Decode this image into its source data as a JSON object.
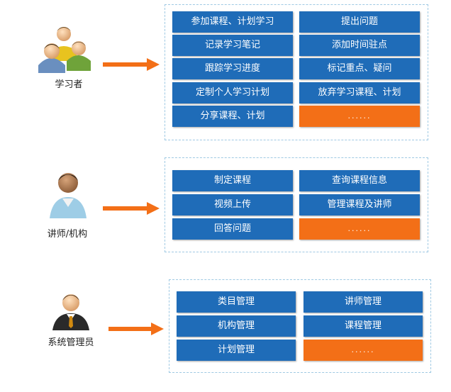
{
  "colors": {
    "blue": "#1f6cb8",
    "orange": "#f36f17",
    "panel_border": "#9fc9e3"
  },
  "roles": [
    {
      "label": "学习者",
      "icon": "group-users-icon",
      "left_column": [
        "参加课程、计划学习",
        "记录学习笔记",
        "跟踪学习进度",
        "定制个人学习计划",
        "分享课程、计划"
      ],
      "right_column": [
        "提出问题",
        "添加时间驻点",
        "标记重点、疑问",
        "放弃学习课程、计划"
      ],
      "more": "......"
    },
    {
      "label": "讲师/机构",
      "icon": "teacher-user-icon",
      "left_column": [
        "制定课程",
        "视频上传",
        "回答问题"
      ],
      "right_column": [
        "查询课程信息",
        "管理课程及讲师"
      ],
      "more": "......"
    },
    {
      "label": "系统管理员",
      "icon": "admin-user-icon",
      "left_column": [
        "类目管理",
        "机构管理",
        "计划管理"
      ],
      "right_column": [
        "讲师管理",
        "课程管理"
      ],
      "more": "......"
    }
  ]
}
